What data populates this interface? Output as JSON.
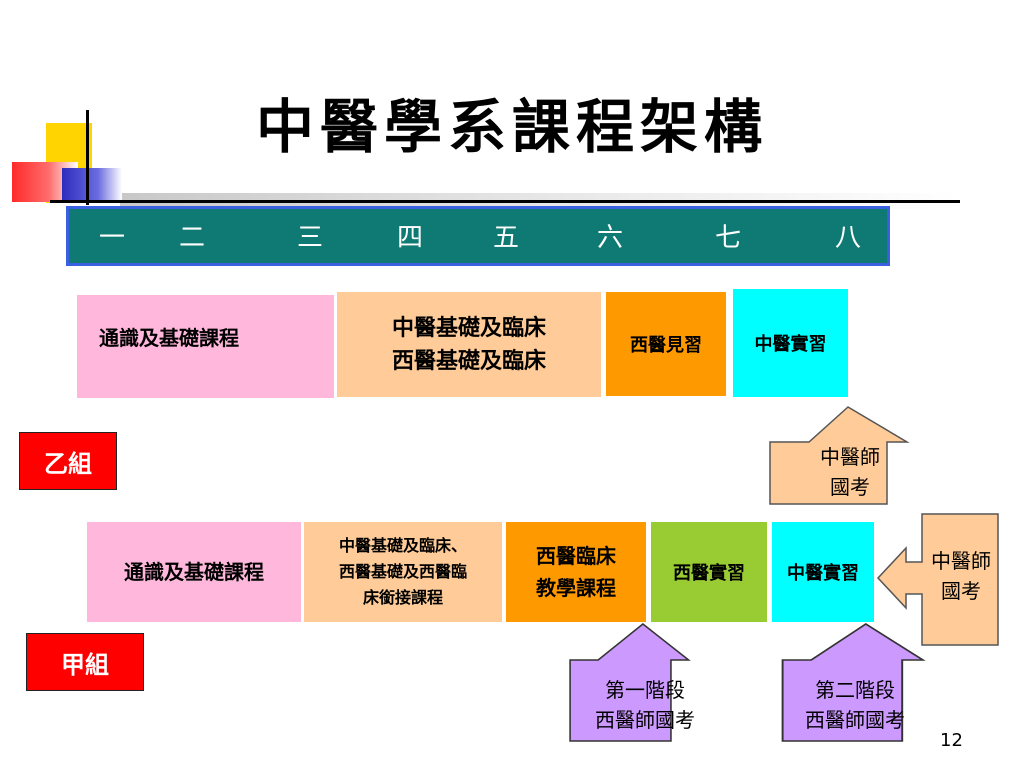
{
  "title": "中醫學系課程架構",
  "years": [
    "一",
    "二",
    "三",
    "四",
    "五",
    "六",
    "七",
    "八"
  ],
  "track_b": {
    "label": "乙組",
    "general": "通識及基礎課程",
    "basic_line1": "中醫基礎及臨床",
    "basic_line2": "西醫基礎及臨床",
    "western_clerkship": "西醫見習",
    "tcm_internship": "中醫實習",
    "exam_line1": "中醫師",
    "exam_line2": "國考"
  },
  "track_a": {
    "label": "甲組",
    "general": "通識及基礎課程",
    "basic_line1": "中醫基礎及臨床、",
    "basic_line2": "西醫基礎及西醫臨",
    "basic_line3": "床銜接課程",
    "western_clinical_line1": "西醫臨床",
    "western_clinical_line2": "教學課程",
    "western_internship": "西醫實習",
    "tcm_internship": "中醫實習",
    "tcm_exam_line1": "中醫師",
    "tcm_exam_line2": "國考",
    "stage1_line1": "第一階段",
    "stage1_line2": "西醫師國考",
    "stage2_line1": "第二階段",
    "stage2_line2": "西醫師國考"
  },
  "page_number": "12",
  "colors": {
    "year_band": "#0f7a74",
    "pink": "#ffb8dc",
    "peach": "#ffcc99",
    "orange": "#ff9900",
    "cyan": "#00ffff",
    "green": "#99cc33",
    "label_red": "#ff0000",
    "exam_purple": "#cc99ff"
  }
}
